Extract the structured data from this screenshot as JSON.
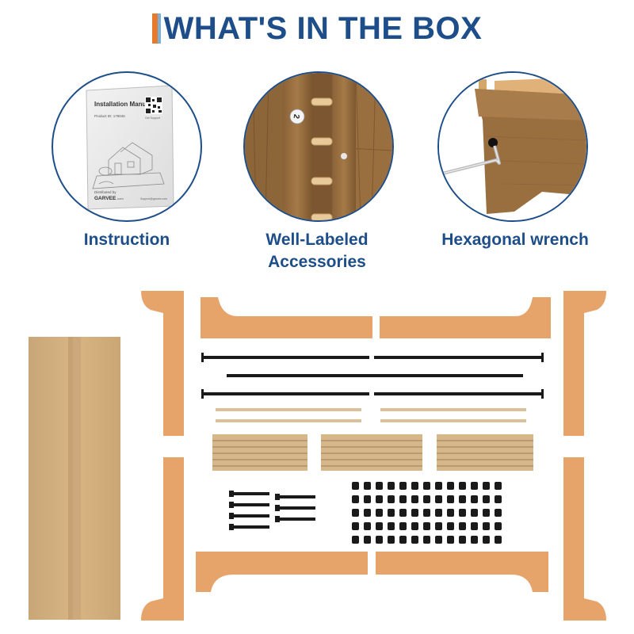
{
  "title": "WHAT'S IN THE BOX",
  "features": [
    {
      "icon": "instruction-manual-icon",
      "label_lines": [
        "Instruction"
      ]
    },
    {
      "icon": "labeled-ladder-icon",
      "label_lines": [
        "Well-Labeled",
        "Accessories"
      ]
    },
    {
      "icon": "hex-wrench-icon",
      "label_lines": [
        "Hexagonal wrench"
      ]
    }
  ],
  "manual": {
    "heading": "Installation Manual",
    "product_id": "Product ID: 179045",
    "distributed_by": "Distributed by",
    "brand": "GARVEE",
    "brand_suffix": ".com",
    "support": "Support@garvee.com",
    "qr_caption": "Get Support"
  },
  "ladder_tag": "2",
  "colors": {
    "title": "#1d4e89",
    "accent_orange": "#e87a2b",
    "accent_blue": "#7ab0de",
    "wood": "#e6a46b",
    "wood_dark": "#d49258",
    "cardboard": "#d7b07c",
    "slat": "#dcc09a",
    "metal": "#1a1a1a"
  }
}
